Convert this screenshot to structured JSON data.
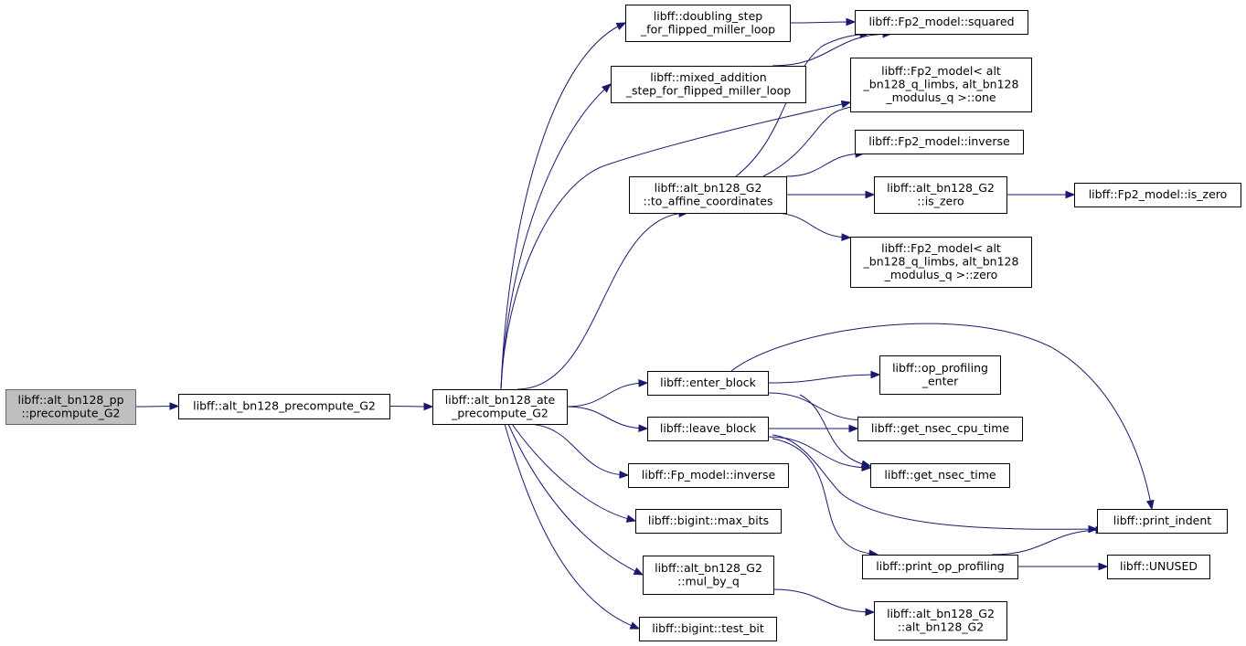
{
  "nodes": [
    {
      "id": "precompute_g2_pp",
      "lines": [
        "libff::alt_bn128_pp",
        "::precompute_G2"
      ],
      "current": true
    },
    {
      "id": "alt_bn128_precompute_g2",
      "lines": [
        "libff::alt_bn128_precompute_G2"
      ]
    },
    {
      "id": "ate_precompute_g2",
      "lines": [
        "libff::alt_bn128_ate",
        "_precompute_G2"
      ]
    },
    {
      "id": "doubling_step",
      "lines": [
        "libff::doubling_step",
        "_for_flipped_miller_loop"
      ]
    },
    {
      "id": "mixed_addition",
      "lines": [
        "libff::mixed_addition",
        "_step_for_flipped_miller_loop"
      ]
    },
    {
      "id": "fp2_squared",
      "lines": [
        "libff::Fp2_model::squared"
      ]
    },
    {
      "id": "fp2_one",
      "lines": [
        "libff::Fp2_model< alt",
        "_bn128_q_limbs, alt_bn128",
        "_modulus_q >::one"
      ]
    },
    {
      "id": "fp2_inverse",
      "lines": [
        "libff::Fp2_model::inverse"
      ]
    },
    {
      "id": "to_affine",
      "lines": [
        "libff::alt_bn128_G2",
        "::to_affine_coordinates"
      ]
    },
    {
      "id": "g2_is_zero",
      "lines": [
        "libff::alt_bn128_G2",
        "::is_zero"
      ]
    },
    {
      "id": "fp2_is_zero",
      "lines": [
        "libff::Fp2_model::is_zero"
      ]
    },
    {
      "id": "fp2_zero",
      "lines": [
        "libff::Fp2_model< alt",
        "_bn128_q_limbs, alt_bn128",
        "_modulus_q >::zero"
      ]
    },
    {
      "id": "enter_block",
      "lines": [
        "libff::enter_block"
      ]
    },
    {
      "id": "op_profiling_enter",
      "lines": [
        "libff::op_profiling",
        "_enter"
      ]
    },
    {
      "id": "leave_block",
      "lines": [
        "libff::leave_block"
      ]
    },
    {
      "id": "get_nsec_cpu_time",
      "lines": [
        "libff::get_nsec_cpu_time"
      ]
    },
    {
      "id": "get_nsec_time",
      "lines": [
        "libff::get_nsec_time"
      ]
    },
    {
      "id": "fp_inverse",
      "lines": [
        "libff::Fp_model::inverse"
      ]
    },
    {
      "id": "print_indent",
      "lines": [
        "libff::print_indent"
      ]
    },
    {
      "id": "max_bits",
      "lines": [
        "libff::bigint::max_bits"
      ]
    },
    {
      "id": "print_op_profiling",
      "lines": [
        "libff::print_op_profiling"
      ]
    },
    {
      "id": "unused",
      "lines": [
        "libff::UNUSED"
      ]
    },
    {
      "id": "mul_by_q",
      "lines": [
        "libff::alt_bn128_G2",
        "::mul_by_q"
      ]
    },
    {
      "id": "g2_ctor",
      "lines": [
        "libff::alt_bn128_G2",
        "::alt_bn128_G2"
      ]
    },
    {
      "id": "test_bit",
      "lines": [
        "libff::bigint::test_bit"
      ]
    }
  ],
  "edges": [
    [
      "precompute_g2_pp",
      "alt_bn128_precompute_g2"
    ],
    [
      "alt_bn128_precompute_g2",
      "ate_precompute_g2"
    ],
    [
      "ate_precompute_g2",
      "doubling_step"
    ],
    [
      "ate_precompute_g2",
      "mixed_addition"
    ],
    [
      "ate_precompute_g2",
      "fp2_one"
    ],
    [
      "ate_precompute_g2",
      "to_affine"
    ],
    [
      "ate_precompute_g2",
      "enter_block"
    ],
    [
      "ate_precompute_g2",
      "leave_block"
    ],
    [
      "ate_precompute_g2",
      "fp_inverse"
    ],
    [
      "ate_precompute_g2",
      "max_bits"
    ],
    [
      "ate_precompute_g2",
      "mul_by_q"
    ],
    [
      "ate_precompute_g2",
      "test_bit"
    ],
    [
      "doubling_step",
      "fp2_squared"
    ],
    [
      "mixed_addition",
      "fp2_squared"
    ],
    [
      "to_affine",
      "fp2_squared"
    ],
    [
      "to_affine",
      "fp2_one"
    ],
    [
      "to_affine",
      "fp2_inverse"
    ],
    [
      "to_affine",
      "g2_is_zero"
    ],
    [
      "to_affine",
      "fp2_zero"
    ],
    [
      "g2_is_zero",
      "fp2_is_zero"
    ],
    [
      "enter_block",
      "op_profiling_enter"
    ],
    [
      "enter_block",
      "get_nsec_cpu_time"
    ],
    [
      "enter_block",
      "get_nsec_time"
    ],
    [
      "enter_block",
      "print_indent"
    ],
    [
      "leave_block",
      "get_nsec_cpu_time"
    ],
    [
      "leave_block",
      "get_nsec_time"
    ],
    [
      "leave_block",
      "print_indent"
    ],
    [
      "leave_block",
      "print_op_profiling"
    ],
    [
      "print_op_profiling",
      "print_indent"
    ],
    [
      "print_op_profiling",
      "unused"
    ],
    [
      "mul_by_q",
      "g2_ctor"
    ]
  ]
}
